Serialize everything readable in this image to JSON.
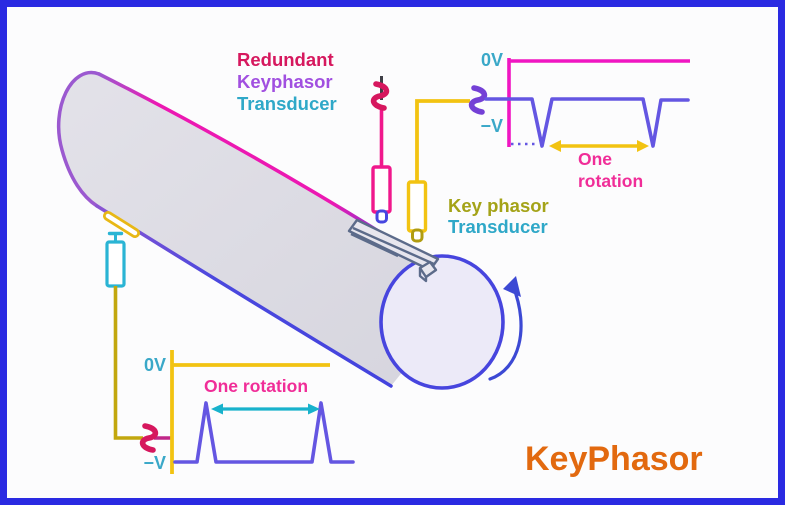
{
  "diagram": {
    "title": "KeyPhasor",
    "labels": {
      "redundant_transducer": [
        "Redundant",
        "Keyphasor",
        "Transducer"
      ],
      "keyphasor_transducer": [
        "Key phasor",
        "Transducer"
      ]
    },
    "waveform_right": {
      "zero_label": "0V",
      "neg_label": "−V",
      "annotation_line1": "One",
      "annotation_line2": "rotation",
      "type": "line",
      "description": "Keyphasor output: baseline near 0V with two negative notch pulses to −V, one per shaft rotation",
      "pulses": 2,
      "pulse_polarity": "negative",
      "reference_line_color": "#f016c2",
      "trace_color": "#6456e2",
      "span_arrow_color": "#f2c312"
    },
    "waveform_bottom": {
      "zero_label": "0V",
      "neg_label": "−V",
      "annotation": "One rotation",
      "type": "line",
      "description": "Redundant keyphasor output: baseline at −V with two positive spike pulses toward 0V, one per shaft rotation",
      "pulses": 2,
      "pulse_polarity": "positive",
      "reference_line_color": "#f2c312",
      "trace_color": "#6456e2",
      "span_arrow_color": "#18b2cc"
    },
    "icons": {
      "rotation_arrow": "curved counter-clockwise arrow on shaft end face",
      "signal_break_top": "crimson S-squiggle break symbol on probe lead",
      "signal_break_bottom": "crimson S-squiggle break symbol on probe lead",
      "signal_junction": "purple S-squiggle where yellow lead joins waveform trace",
      "keyway_slot": "machined keyway groove on shaft surface",
      "keyway_marker": "yellow capsule slot marker on shaft lower edge"
    },
    "colors": {
      "frame_border": "#2a2ae2",
      "background": "#fcfcfd",
      "shaft_body": "#dcdbe3",
      "shaft_end_face": "#eceaf8",
      "shaft_top_edge_magenta": "#ec18b2",
      "shaft_cap_purple": "#9b59d0",
      "shaft_indigo": "#4745de",
      "keyway_slate": "#5c6b8a",
      "probe_pink": "#f0188c",
      "probe_yellow": "#f2c312",
      "probe_teal": "#2ab4d4",
      "lead_olive": "#c2a70e",
      "squiggle_crimson": "#d6175e",
      "junction_purple": "#7440d6",
      "label_crimson": "#d6185e",
      "label_purple": "#a14fe0",
      "label_teal": "#2fa8c8",
      "label_olive": "#a4a318",
      "annotation_magenta": "#f02d98",
      "title_orange": "#e2690f"
    }
  }
}
